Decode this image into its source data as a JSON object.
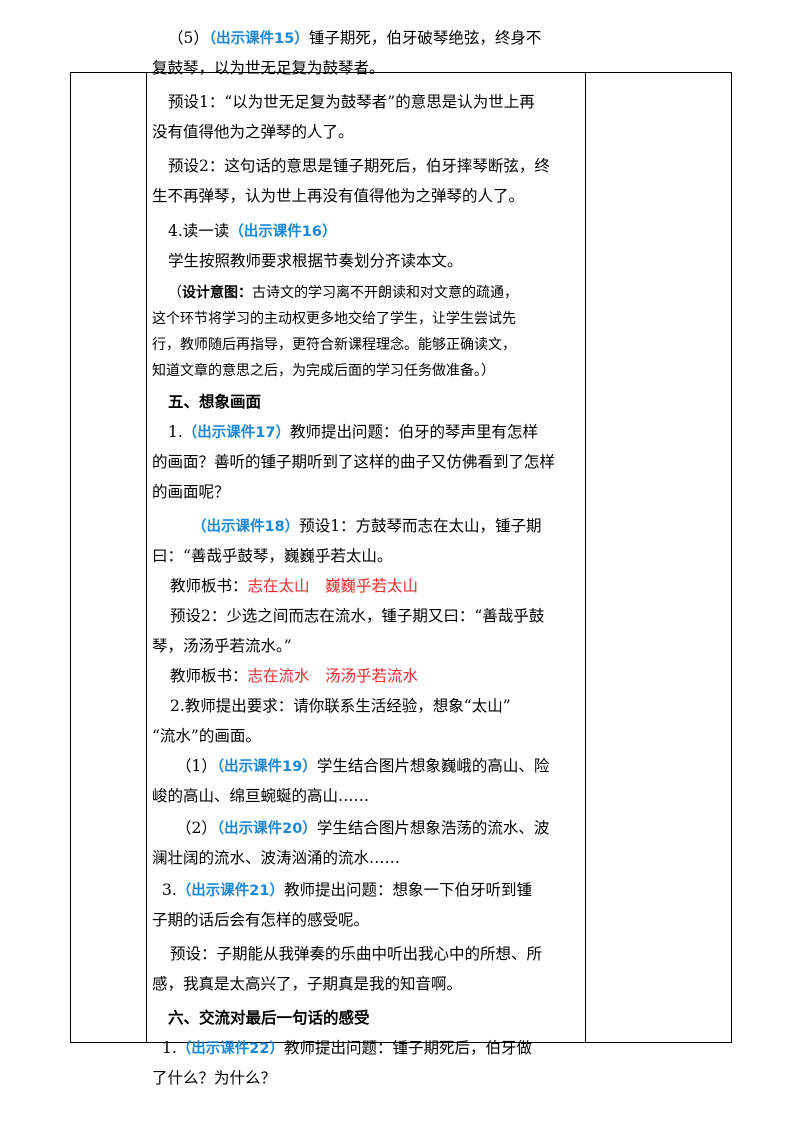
{
  "lines": [
    {
      "segs": [
        {
          "t": "（5）"
        },
        {
          "t": "（出示课件15）",
          "s": "ref"
        },
        {
          "t": "锺子期死，伯牙破琴绝弦，终身不"
        }
      ]
    },
    {
      "segs": [
        {
          "t": "复鼓琴，以为世无足复为鼓琴者。"
        }
      ]
    },
    {
      "segs": [
        {
          "t": "预设1：“以为世无足复为鼓琴者”的意思是认为世上再"
        }
      ]
    },
    {
      "segs": [
        {
          "t": "没有值得他为之弹琴的人了。"
        }
      ]
    },
    {
      "segs": [
        {
          "t": "预设2：这句话的意思是锺子期死后，伯牙摔琴断弦，终"
        }
      ]
    },
    {
      "segs": [
        {
          "t": "生不再弹琴，认为世上再没有值得他为之弹琴的人了。"
        }
      ]
    },
    {
      "segs": [
        {
          "t": "4.读一读"
        },
        {
          "t": "（出示课件16）",
          "s": "ref"
        }
      ]
    },
    {
      "segs": [
        {
          "t": "学生按照教师要求根据节奏划分齐读本文。"
        }
      ]
    },
    {
      "segs": [
        {
          "t": "（"
        },
        {
          "t": "设计意图：",
          "s": "bold"
        },
        {
          "t": "古诗文的学习离不开朗读和对文意的疏通，"
        }
      ]
    },
    {
      "segs": [
        {
          "t": "这个环节将学习的主动权更多地交给了学生，让学生尝试先"
        }
      ]
    },
    {
      "segs": [
        {
          "t": "行，教师随后再指导，更符合新课程理念。能够正确读文，"
        }
      ]
    },
    {
      "segs": [
        {
          "t": "知道文章的意思之后，为完成后面的学习任务做准备。）"
        }
      ]
    },
    {
      "segs": [
        {
          "t": "五、想象画面",
          "s": "heading"
        }
      ]
    },
    {
      "segs": [
        {
          "t": "1."
        },
        {
          "t": "（出示课件17）",
          "s": "ref"
        },
        {
          "t": "教师提出问题：伯牙的琴声里有怎样"
        }
      ]
    },
    {
      "segs": [
        {
          "t": "的画面？善听的锺子期听到了这样的曲子又仿佛看到了怎样"
        }
      ]
    },
    {
      "segs": [
        {
          "t": "的画面呢？"
        }
      ]
    },
    {
      "segs": [
        {
          "t": "（出示课件18）",
          "s": "ref"
        },
        {
          "t": "预设1：方鼓琴而志在太山，锺子期"
        }
      ]
    },
    {
      "segs": [
        {
          "t": "曰：“善哉乎鼓琴，巍巍乎若太山。"
        }
      ]
    },
    {
      "segs": [
        {
          "t": "教师板书："
        },
        {
          "t": "志在太山　巍巍乎若太山",
          "s": "red"
        }
      ]
    },
    {
      "segs": [
        {
          "t": "预设2：少选之间而志在流水，锺子期又曰：“善哉乎鼓"
        }
      ]
    },
    {
      "segs": [
        {
          "t": "琴，汤汤乎若流水。”"
        }
      ]
    },
    {
      "segs": [
        {
          "t": "教师板书："
        },
        {
          "t": "志在流水　汤汤乎若流水",
          "s": "red"
        }
      ]
    },
    {
      "segs": [
        {
          "t": "2.教师提出要求：请你联系生活经验，想象“太山”"
        }
      ]
    },
    {
      "segs": [
        {
          "t": "“流水”的画面。"
        }
      ]
    },
    {
      "segs": [
        {
          "t": "（1）"
        },
        {
          "t": "（出示课件19）",
          "s": "ref"
        },
        {
          "t": "学生结合图片想象巍峨的高山、险"
        }
      ]
    },
    {
      "segs": [
        {
          "t": "峻的高山、绵亘蜿蜒的高山……"
        }
      ]
    },
    {
      "segs": [
        {
          "t": "（2）"
        },
        {
          "t": "（出示课件20）",
          "s": "ref"
        },
        {
          "t": "学生结合图片想象浩荡的流水、波"
        }
      ]
    },
    {
      "segs": [
        {
          "t": "澜壮阔的流水、波涛汹涌的流水……"
        }
      ]
    },
    {
      "segs": [
        {
          "t": "3."
        },
        {
          "t": "（出示课件21）",
          "s": "ref"
        },
        {
          "t": "教师提出问题：想象一下伯牙听到锺"
        }
      ]
    },
    {
      "segs": [
        {
          "t": "子期的话后会有怎样的感受呢。"
        }
      ]
    },
    {
      "segs": [
        {
          "t": "预设：子期能从我弹奏的乐曲中听出我心中的所想、所"
        }
      ]
    },
    {
      "segs": [
        {
          "t": "感，我真是太高兴了，子期真是我的知音啊。"
        }
      ]
    },
    {
      "segs": [
        {
          "t": "六、交流对最后一句话的感受",
          "s": "heading"
        }
      ]
    },
    {
      "segs": [
        {
          "t": "1."
        },
        {
          "t": "（出示课件22）",
          "s": "ref"
        },
        {
          "t": "教师提出问题：锺子期死后，伯牙做"
        }
      ]
    },
    {
      "segs": [
        {
          "t": "了什么？为什么？"
        }
      ]
    }
  ]
}
